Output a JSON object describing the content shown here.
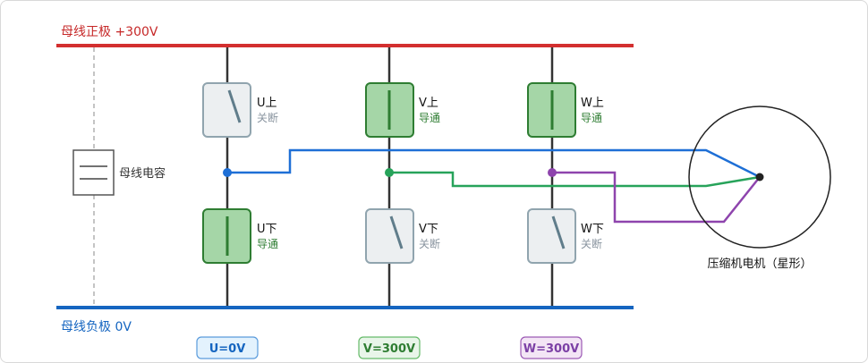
{
  "bus_positive": {
    "label": "母线正极 +300V",
    "color": "#d32f2f"
  },
  "bus_negative": {
    "label": "母线负极 0V",
    "color": "#1565c0"
  },
  "capacitor": {
    "label": "母线电容"
  },
  "motor": {
    "label": "压缩机电机（星形）"
  },
  "switches": [
    {
      "name": "U上",
      "state": "关断",
      "on": false
    },
    {
      "name": "U下",
      "state": "导通",
      "on": true
    },
    {
      "name": "V上",
      "state": "导通",
      "on": true
    },
    {
      "name": "V下",
      "state": "关断",
      "on": false
    },
    {
      "name": "W上",
      "state": "导通",
      "on": true
    },
    {
      "name": "W下",
      "state": "关断",
      "on": false
    }
  ],
  "badges": [
    {
      "text": "U=0V",
      "color": "#1565c0"
    },
    {
      "text": "V=300V",
      "color": "#2e7d32"
    },
    {
      "text": "W=300V",
      "color": "#7b3fa5"
    }
  ],
  "phase_colors": {
    "U": "#1e6fd6",
    "V": "#27a35a",
    "W": "#8e44ad"
  }
}
